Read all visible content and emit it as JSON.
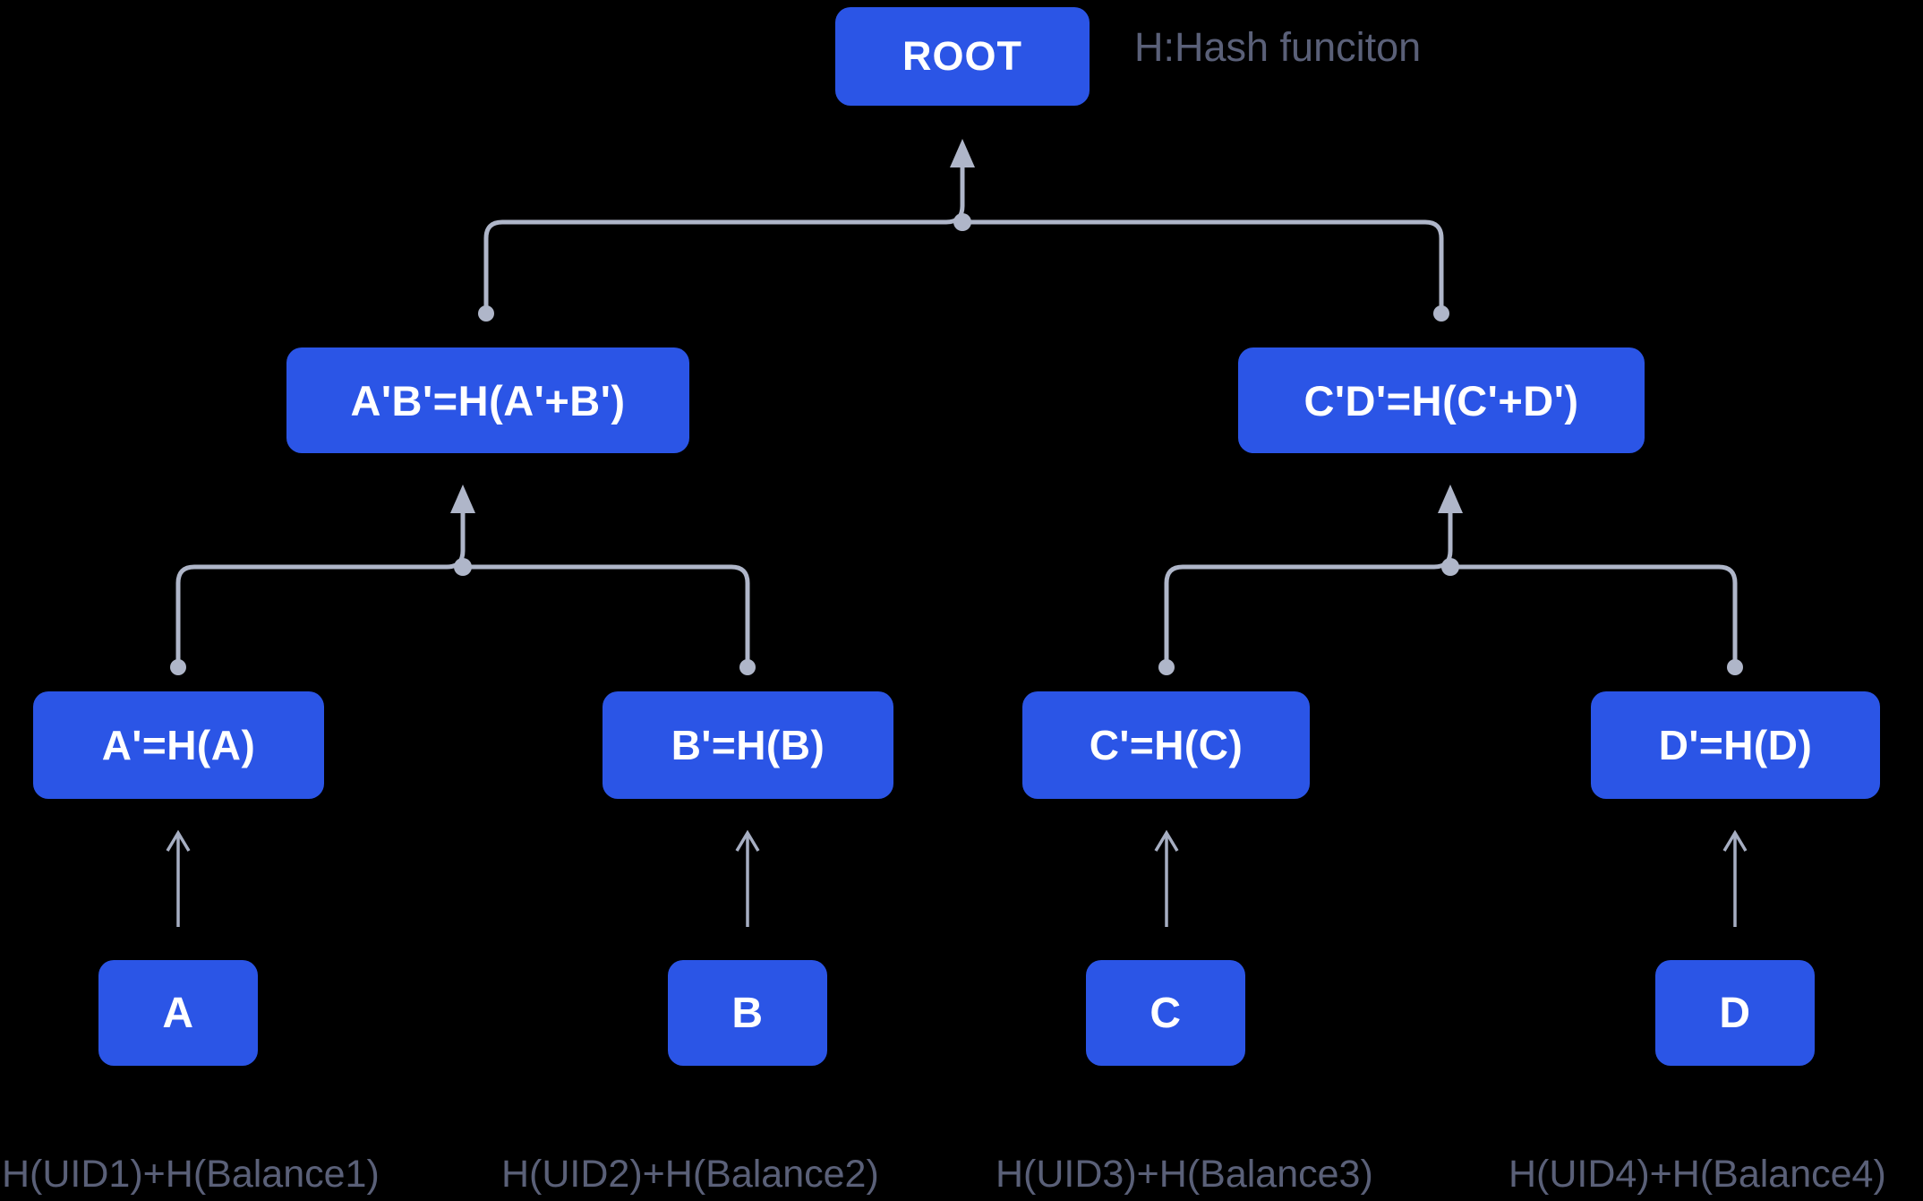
{
  "diagram": {
    "title_legend": "H:Hash funciton",
    "root": {
      "label": "ROOT"
    },
    "level2": [
      {
        "label": "A'B'=H(A'+B')"
      },
      {
        "label": "C'D'=H(C'+D')"
      }
    ],
    "level3": [
      {
        "label": "A'=H(A)"
      },
      {
        "label": "B'=H(B)"
      },
      {
        "label": "C'=H(C)"
      },
      {
        "label": "D'=H(D)"
      }
    ],
    "leaves": [
      {
        "label": "A"
      },
      {
        "label": "B"
      },
      {
        "label": "C"
      },
      {
        "label": "D"
      }
    ],
    "bottom_labels": [
      "H(UID1)+H(Balance1)",
      "H(UID2)+H(Balance2)",
      "H(UID3)+H(Balance3)",
      "H(UID4)+H(Balance4)"
    ],
    "colors": {
      "node_fill": "#2B55E6",
      "node_text": "#FFFFFF",
      "connector": "#AFB6C9",
      "leaf_arrow": "#A6AEC2",
      "slate_text": "#5A6078",
      "background": "#000000"
    }
  }
}
